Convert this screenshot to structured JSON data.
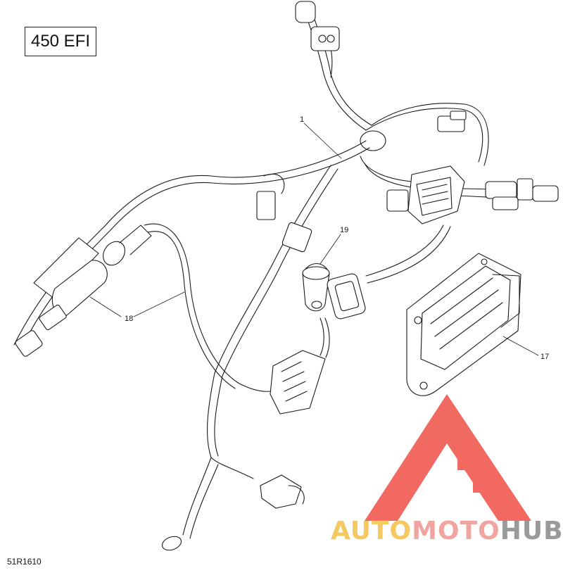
{
  "model_label": "450 EFI",
  "reference_code": "51R1610",
  "callouts": {
    "harness": "1",
    "ignition_coil_harness": "18",
    "cap": "19",
    "ecm": "17"
  },
  "watermark": {
    "part1": "AUTO",
    "part2": "MOTO",
    "part3": "HUB",
    "colors": {
      "auto": "#f5c860",
      "moto": "#f1a5a0",
      "hub": "#9a9a9a",
      "logo": "#ef5046"
    }
  }
}
